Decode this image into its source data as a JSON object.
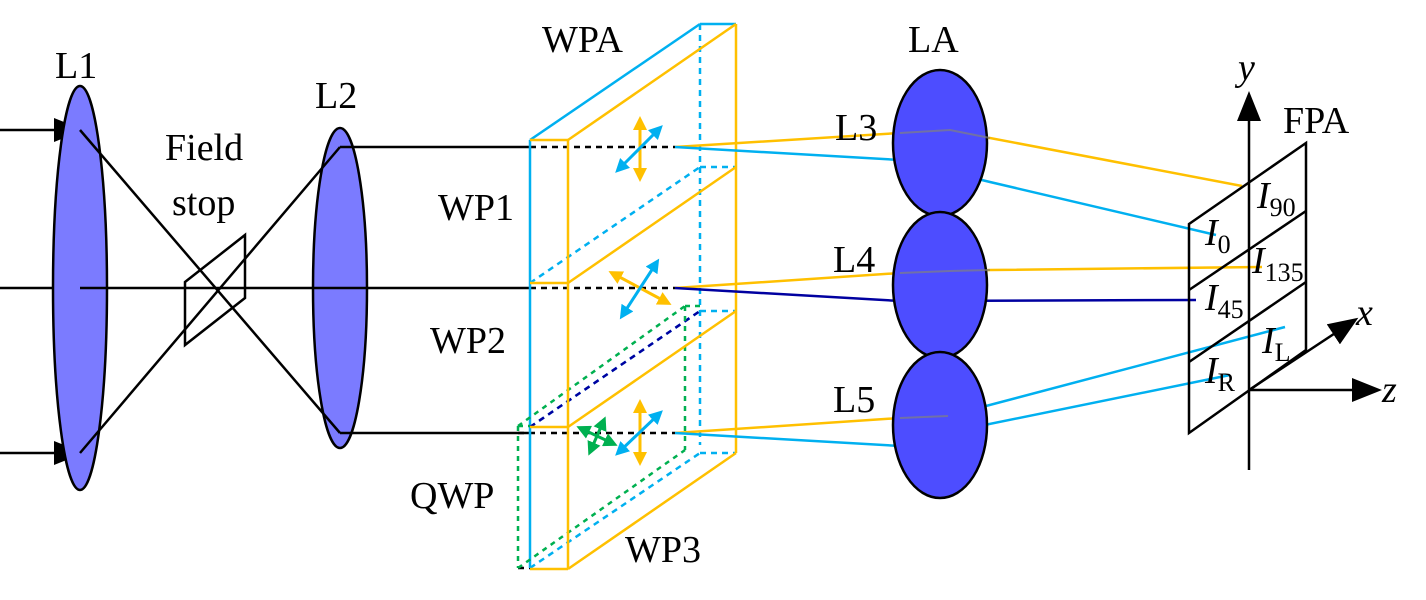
{
  "labels": {
    "L1": "L1",
    "L2": "L2",
    "field_stop_1": "Field",
    "field_stop_2": "stop",
    "WPA": "WPA",
    "WP1": "WP1",
    "WP2": "WP2",
    "WP3": "WP3",
    "QWP": "QWP",
    "LA": "LA",
    "L3": "L3",
    "L4": "L4",
    "L5": "L5",
    "FPA": "FPA",
    "axis_x": "x",
    "axis_y": "y",
    "axis_z": "z"
  },
  "intensities": [
    {
      "symbol": "I",
      "sub": "90"
    },
    {
      "symbol": "I",
      "sub": "0"
    },
    {
      "symbol": "I",
      "sub": "135"
    },
    {
      "symbol": "I",
      "sub": "45"
    },
    {
      "symbol": "I",
      "sub": "L"
    },
    {
      "symbol": "I",
      "sub": "R"
    }
  ],
  "colors": {
    "lens": "#7b7bff",
    "yellow": "#ffc000",
    "blue": "#00b0f0",
    "darkblue": "#0000a0",
    "green": "#00b050"
  }
}
